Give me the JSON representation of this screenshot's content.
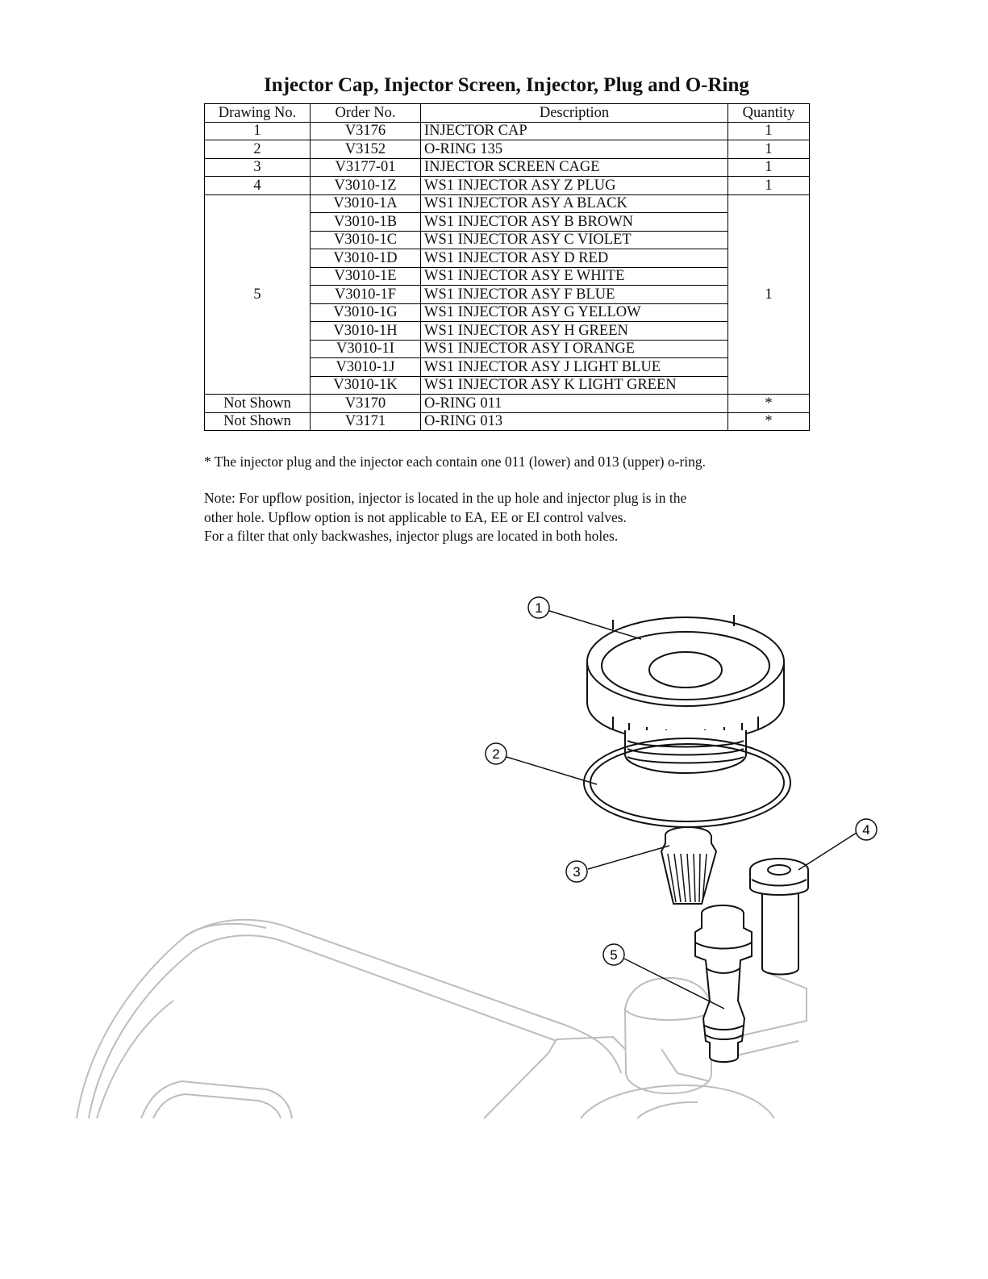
{
  "title": "Injector Cap, Injector Screen, Injector, Plug and O-Ring",
  "table": {
    "headers": [
      "Drawing No.",
      "Order No.",
      "Description",
      "Quantity"
    ],
    "rows": [
      {
        "drawing": "1",
        "order": "V3176",
        "description": "INJECTOR CAP",
        "quantity": "1"
      },
      {
        "drawing": "2",
        "order": "V3152",
        "description": "O-RING 135",
        "quantity": "1"
      },
      {
        "drawing": "3",
        "order": "V3177-01",
        "description": "INJECTOR SCREEN CAGE",
        "quantity": "1"
      },
      {
        "drawing": "4",
        "order": "V3010-1Z",
        "description": "WS1 INJECTOR ASY Z PLUG",
        "quantity": "1"
      }
    ],
    "group": {
      "drawing": "5",
      "quantity": "1",
      "items": [
        {
          "order": "V3010-1A",
          "description": "WS1 INJECTOR ASY A BLACK"
        },
        {
          "order": "V3010-1B",
          "description": "WS1 INJECTOR ASY B BROWN"
        },
        {
          "order": "V3010-1C",
          "description": "WS1 INJECTOR ASY C VIOLET"
        },
        {
          "order": "V3010-1D",
          "description": "WS1 INJECTOR ASY D RED"
        },
        {
          "order": "V3010-1E",
          "description": "WS1 INJECTOR ASY E WHITE"
        },
        {
          "order": "V3010-1F",
          "description": "WS1 INJECTOR ASY F BLUE"
        },
        {
          "order": "V3010-1G",
          "description": "WS1 INJECTOR ASY G YELLOW"
        },
        {
          "order": "V3010-1H",
          "description": "WS1 INJECTOR ASY H GREEN"
        },
        {
          "order": "V3010-1I",
          "description": "WS1 INJECTOR ASY I ORANGE"
        },
        {
          "order": "V3010-1J",
          "description": "WS1 INJECTOR ASY J LIGHT BLUE"
        },
        {
          "order": "V3010-1K",
          "description": "WS1 INJECTOR ASY K LIGHT GREEN"
        }
      ]
    },
    "tail_rows": [
      {
        "drawing": "Not Shown",
        "order": "V3170",
        "description": "O-RING 011",
        "quantity": "*"
      },
      {
        "drawing": "Not Shown",
        "order": "V3171",
        "description": "O-RING 013",
        "quantity": "*"
      }
    ]
  },
  "footnote": "* The injector plug and the injector each contain one 011 (lower) and 013 (upper) o-ring.",
  "note_lines": [
    "Note: For upflow position, injector is located in the up hole and injector plug is in the",
    "other hole. Upflow option is not applicable to EA, EE or EI control valves.",
    "For a filter that only backwashes, injector plugs are located in both holes."
  ],
  "callouts": [
    "1",
    "2",
    "3",
    "4",
    "5"
  ]
}
